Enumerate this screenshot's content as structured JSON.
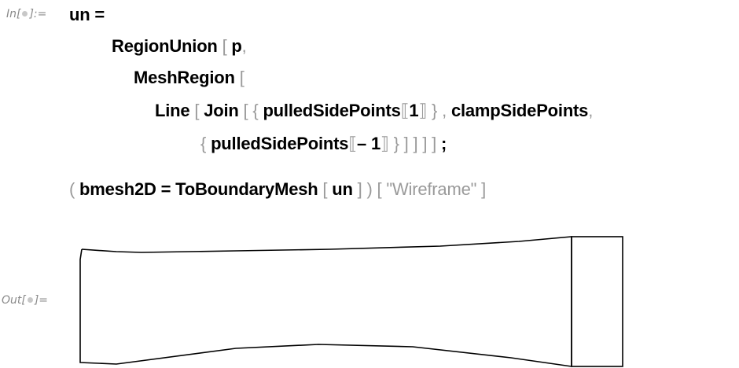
{
  "input_label": {
    "prefix": "In[",
    "suffix": "]:="
  },
  "output_label": {
    "prefix": "Out[",
    "suffix": "]="
  },
  "code_lines": [
    [
      {
        "t": "un ="
      }
    ],
    [
      {
        "t": "RegionUnion"
      },
      {
        "t": " [ ",
        "g": 1
      },
      {
        "t": "p"
      },
      {
        "t": ",",
        "g": 1
      }
    ],
    [
      {
        "t": "MeshRegion"
      },
      {
        "t": " [",
        "g": 1
      }
    ],
    [
      {
        "t": "Line"
      },
      {
        "t": " [ ",
        "g": 1
      },
      {
        "t": "Join"
      },
      {
        "t": " [ { ",
        "g": 1
      },
      {
        "t": "pulledSidePoints"
      },
      {
        "t": "⟦",
        "g": 1
      },
      {
        "t": "1"
      },
      {
        "t": "⟧ } , ",
        "g": 1
      },
      {
        "t": "clampSidePoints"
      },
      {
        "t": ",",
        "g": 1
      }
    ],
    [
      {
        "t": "{ ",
        "g": 1
      },
      {
        "t": "pulledSidePoints"
      },
      {
        "t": "⟦",
        "g": 1
      },
      {
        "t": "– 1"
      },
      {
        "t": "⟧ } ] ] ] ] ",
        "g": 1
      },
      {
        "t": ";"
      }
    ],
    [
      {
        "t": "( ",
        "g": 1
      },
      {
        "t": "bmesh2D = ToBoundaryMesh"
      },
      {
        "t": " [ ",
        "g": 1
      },
      {
        "t": "un"
      },
      {
        "t": " ] ) [ ",
        "g": 1
      },
      {
        "t": "\"Wireframe\"",
        "g": 1
      },
      {
        "t": " ]",
        "g": 1
      }
    ]
  ],
  "output": {
    "type": "wireframe-boundary-mesh",
    "stroke_color": "#000000"
  }
}
